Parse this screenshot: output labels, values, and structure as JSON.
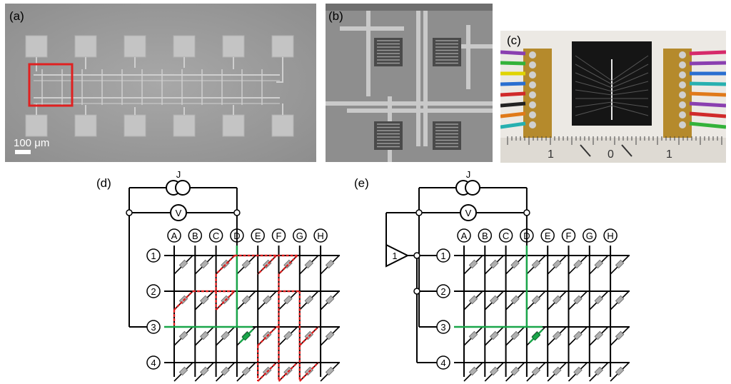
{
  "panels": {
    "a": {
      "label": "(a)",
      "scalebar": "100 μm"
    },
    "b": {
      "label": "(b)"
    },
    "c": {
      "label": "(c)",
      "ruler": [
        "1",
        "0",
        "1"
      ]
    },
    "d": {
      "label": "(d)"
    },
    "e": {
      "label": "(e)"
    }
  },
  "circuit": {
    "source_label": "J",
    "meter_label": "V",
    "amp_label": "1",
    "columns": [
      "A",
      "B",
      "C",
      "D",
      "E",
      "F",
      "G",
      "H"
    ],
    "rows": [
      "1",
      "2",
      "3",
      "4"
    ]
  },
  "colors": {
    "sem_bg": "#9a9a9a",
    "selection_box": "#e02020",
    "green_path": "#1aa64a",
    "red_path": "#e02020",
    "wire": "#000000"
  }
}
